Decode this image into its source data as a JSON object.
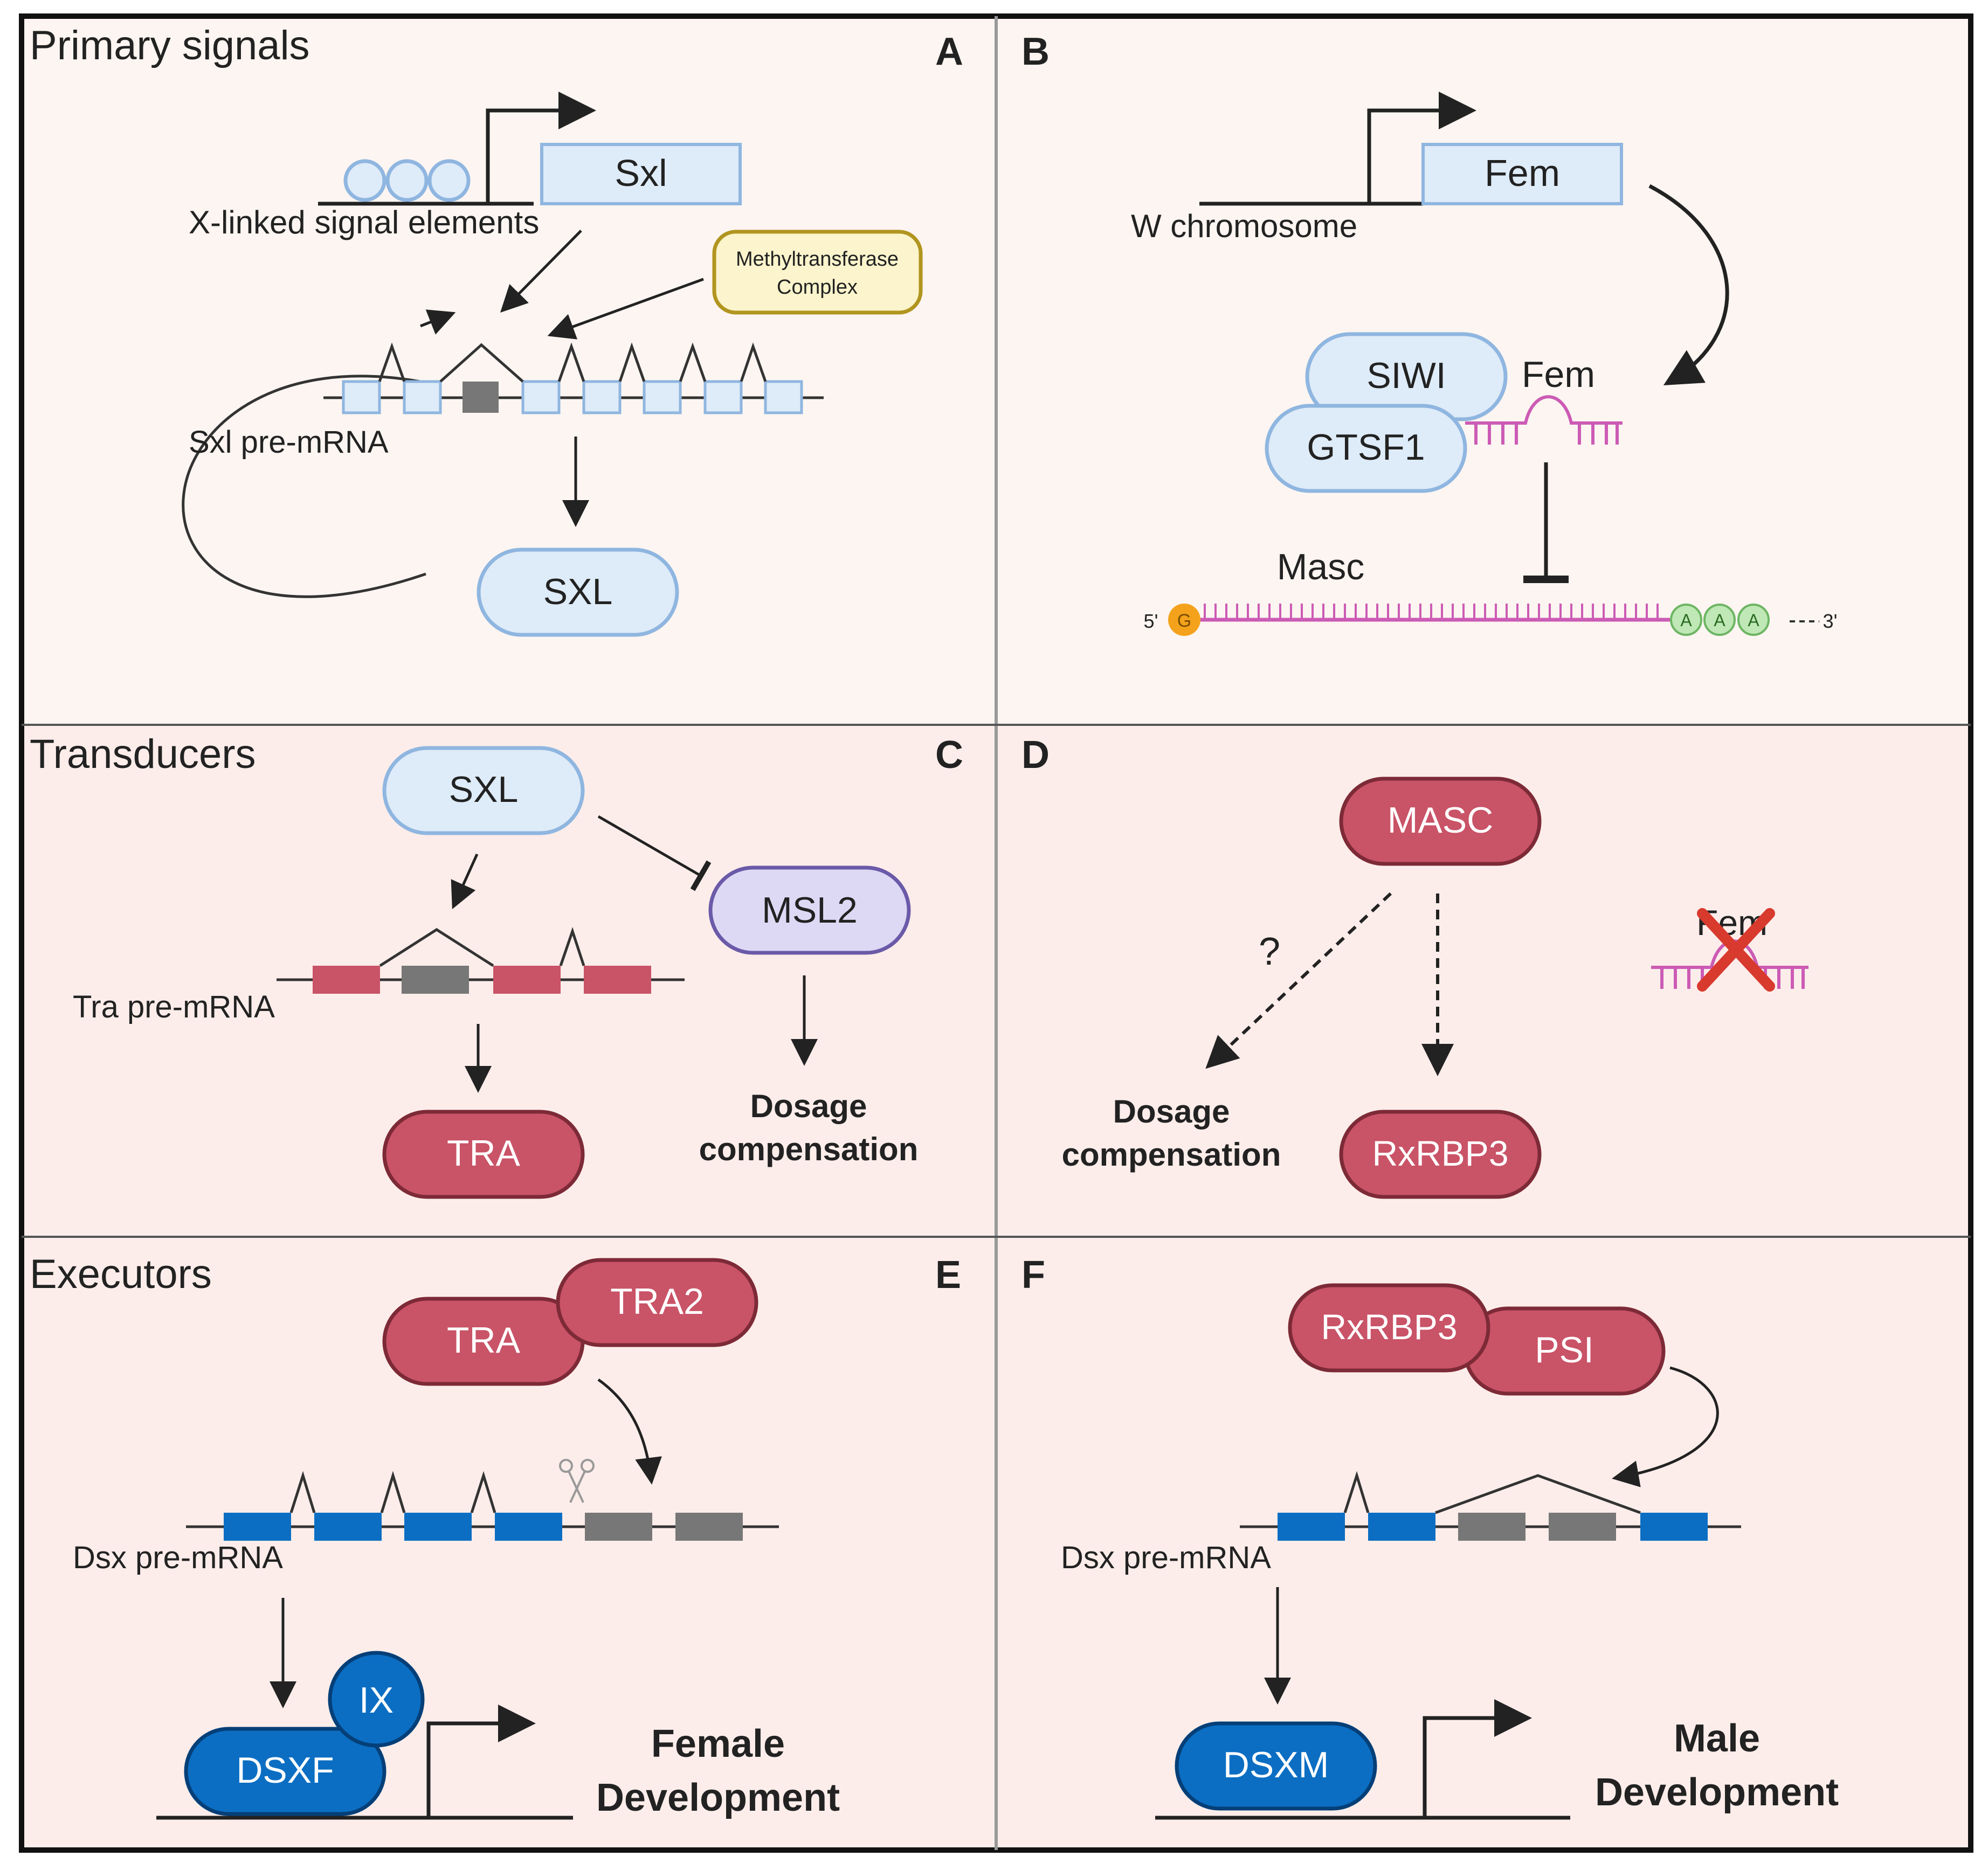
{
  "colors": {
    "panel_light": "#fcf5f1",
    "panel_pink": "#fcedea",
    "blue_fill": "#deebf8",
    "blue_stroke": "#8fb6e0",
    "red_fill": "#c95367",
    "red_stroke": "#7d2a37",
    "dark_blue": "#0b6ec3",
    "dark_blue_stroke": "#053f78",
    "lavender_fill": "#ddd9f5",
    "lavender_stroke": "#6b5aa8",
    "gray_exon": "#777777",
    "rna_pink": "#cc5bb5",
    "note_fill": "#fbf4cc",
    "note_stroke": "#b1951f",
    "cap_orange": "#f4a21b",
    "polya_green": "#bfe8b6",
    "cross_red": "#d83a2e"
  },
  "panels": {
    "row1": {
      "title": "Primary signals"
    },
    "row2": {
      "title": "Transducers"
    },
    "row3": {
      "title": "Executors"
    },
    "letters": {
      "a": "A",
      "b": "B",
      "c": "C",
      "d": "D",
      "e": "E",
      "f": "F"
    }
  },
  "panel_a": {
    "gene": "Sxl",
    "signal_label": "X-linked signal elements",
    "complex_line1": "Methyltransferase",
    "complex_line2": "Complex",
    "premrna_label": "Sxl pre-mRNA",
    "protein": "SXL"
  },
  "panel_b": {
    "gene": "Fem",
    "chromosome_label": "W chromosome",
    "siwi": "SIWI",
    "gtsf1": "GTSF1",
    "pirna_label": "Fem",
    "target_label": "Masc",
    "five_prime": "5'",
    "three_prime": "3'",
    "cap": "G",
    "polya": "A"
  },
  "panel_c": {
    "protein": "SXL",
    "msl2": "MSL2",
    "premrna_label": "Tra pre-mRNA",
    "tra": "TRA",
    "outcome_line1": "Dosage",
    "outcome_line2": "compensation"
  },
  "panel_d": {
    "masc": "MASC",
    "question": "?",
    "outcome_line1": "Dosage",
    "outcome_line2": "compensation",
    "rxrbp3": "RxRBP3",
    "fem_label": "Fem"
  },
  "panel_e": {
    "tra": "TRA",
    "tra2": "TRA2",
    "premrna_label": "Dsx pre-mRNA",
    "ix": "IX",
    "dsxf": "DSXF",
    "outcome_line1": "Female",
    "outcome_line2": "Development"
  },
  "panel_f": {
    "rxrbp3": "RxRBP3",
    "psi": "PSI",
    "premrna_label": "Dsx pre-mRNA",
    "dsxm": "DSXM",
    "outcome_line1": "Male",
    "outcome_line2": "Development"
  }
}
